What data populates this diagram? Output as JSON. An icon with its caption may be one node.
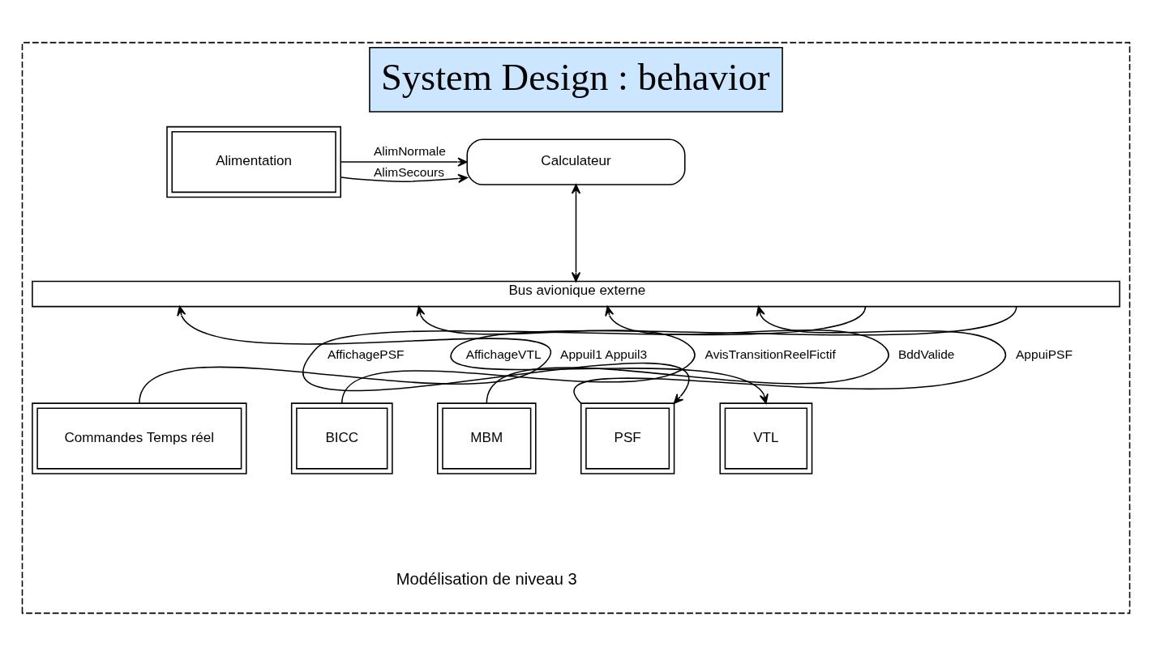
{
  "diagram": {
    "nodes": [
      {
        "text": [
          "System Design : behavior"
        ]
      },
      {
        "text": [
          "Alimentation"
        ],
        "in": 0
      },
      {
        "text": [
          "Calculateur"
        ],
        "in": 0
      },
      {
        "text": [
          "Bus avionique externe"
        ],
        "in": 0
      },
      {
        "text": [
          "Commandes Temps réel"
        ],
        "in": 0
      },
      {
        "text": [
          "BICC"
        ],
        "in": 0
      },
      {
        "text": [
          "MBM"
        ],
        "in": 0
      },
      {
        "text": [
          "PSF"
        ],
        "in": 0
      },
      {
        "text": [
          "VTL"
        ],
        "in": 0
      }
    ],
    "edges": [
      {
        "from": 1,
        "to": 2,
        "arrow": "to",
        "label": "AlimNormale"
      },
      {
        "from": 1,
        "to": 2,
        "arrow": "to",
        "label": "AlimSecours"
      },
      {
        "from": 2,
        "to": 3,
        "arrow": "both"
      },
      {
        "from": 4,
        "to": 3,
        "arrow": "to",
        "label": "Appuil1 Appuil3"
      },
      {
        "from": 5,
        "to": 3,
        "arrow": "to",
        "label": "AvisTransitionReelFictif"
      },
      {
        "from": 6,
        "to": 3,
        "arrow": "to",
        "label": "BddValide"
      },
      {
        "from": 7,
        "to": 3,
        "arrow": "to",
        "label": "AppuiPSF"
      },
      {
        "from": 3,
        "to": 7,
        "arrow": "to",
        "label": "AffichagePSF"
      },
      {
        "from": 3,
        "to": 8,
        "arrow": "to",
        "label": "AffichageVTL"
      }
    ],
    "labels": [
      "Modélisation de niveau 3"
    ]
  }
}
